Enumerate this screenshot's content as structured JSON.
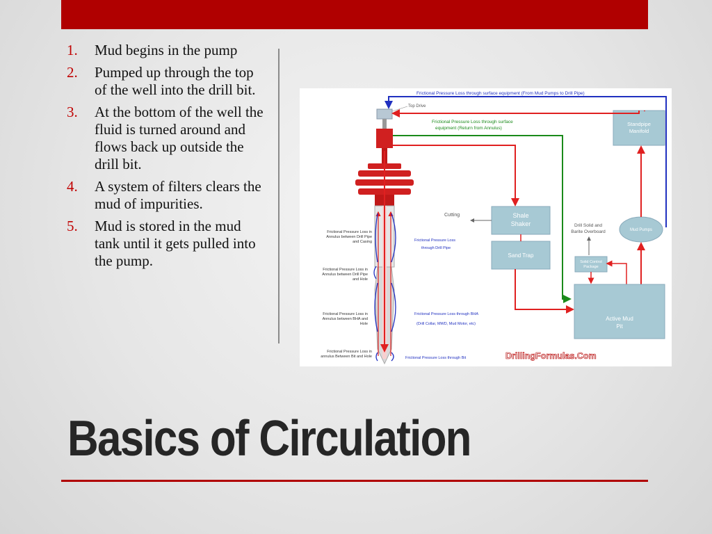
{
  "slide": {
    "title": "Basics of Circulation",
    "accent_color": "#b00000"
  },
  "bullets": [
    {
      "num": "1.",
      "text": "Mud begins in the pump"
    },
    {
      "num": "2.",
      "text": "Pumped up through the top of the well into the drill bit."
    },
    {
      "num": "3.",
      "text": "At the bottom of the well the fluid is turned around and flows back up outside the drill bit."
    },
    {
      "num": "4.",
      "text": "A system of filters clears the mud of impurities."
    },
    {
      "num": "5.",
      "text": "Mud is stored in the mud tank until it gets pulled into the pump."
    }
  ],
  "diagram": {
    "top_line": "Frictional Pressure Loss through surface equipment (From Mud Pumps to Drill Pipe)",
    "top_drive": "Top Drive",
    "return_line_1": "Frictional Pressure Loss through surface",
    "return_line_2": "equipment (Return from Annulus)",
    "standpipe_1": "Standpipe",
    "standpipe_2": "Manifold",
    "cutting": "Cutting",
    "shale_1": "Shale",
    "shale_2": "Shaker",
    "sand_trap": "Sand Trap",
    "drill_solid_1": "Drill Solid and",
    "drill_solid_2": "Barite Overboard",
    "mud_pumps": "Mud Pumps",
    "solid_control_1": "Solid Control",
    "solid_control_2": "Package",
    "mud_pit_1": "Active Mud",
    "mud_pit_2": "Pit",
    "left_1": [
      "Frictional Pressure Loss in",
      "Annulus between Drill Pipe",
      "and Casing"
    ],
    "left_2": [
      "Frictional Pressure Loss in",
      "Annulus between Drill Pipe",
      "and Hole"
    ],
    "left_3": [
      "Frictional Pressure Loss in",
      "Annulus between BHA and",
      "Hole"
    ],
    "left_4": [
      "Frictional Pressure Loss in",
      "annulus Between Bit and Hole"
    ],
    "right_1": [
      "Frictional Pressure Loss",
      "through Drill Pipe"
    ],
    "right_2": [
      "Frictional Pressure Loss through BHA",
      "(Drill Collar, MWD, Mud Motor, etc)"
    ],
    "right_3": "Frictional Pressure Loss through Bit",
    "watermark": "DrillingFormulas.Com"
  }
}
